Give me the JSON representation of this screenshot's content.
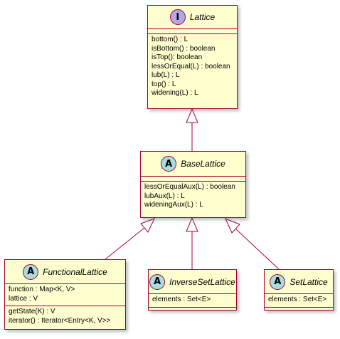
{
  "classes": {
    "lattice": {
      "kind": "interface",
      "badge": "I",
      "name": "Lattice",
      "fields": [],
      "methods": [
        "bottom() : L",
        "isBottom() : boolean",
        "isTop(): boolean",
        "lessOrEqual(L) : boolean",
        "lub(L) : L",
        "top() : L",
        "widening(L) : L"
      ]
    },
    "base_lattice": {
      "kind": "abstract",
      "badge": "A",
      "name": "BaseLattice",
      "fields": [],
      "methods": [
        "lessOrEqualAux(L) : boolean",
        "lubAux(L) : L",
        "wideningAux(L) : L"
      ]
    },
    "functional_lattice": {
      "kind": "abstract",
      "badge": "A",
      "name": "FunctionalLattice",
      "fields": [
        "function : Map<K, V>",
        "lattice : V"
      ],
      "methods": [
        "getState(K) : V",
        "iterator() : Iterator<Entry<K, V>>"
      ]
    },
    "inverse_set_lattice": {
      "kind": "abstract",
      "badge": "A",
      "name": "InverseSetLattice",
      "fields": [
        "elements : Set<E>"
      ],
      "methods": []
    },
    "set_lattice": {
      "kind": "abstract",
      "badge": "A",
      "name": "SetLattice",
      "fields": [
        "elements : Set<E>"
      ],
      "methods": []
    }
  },
  "relations": [
    {
      "from": "base_lattice",
      "to": "lattice",
      "type": "realization"
    },
    {
      "from": "functional_lattice",
      "to": "base_lattice",
      "type": "generalization"
    },
    {
      "from": "inverse_set_lattice",
      "to": "base_lattice",
      "type": "generalization"
    },
    {
      "from": "set_lattice",
      "to": "base_lattice",
      "type": "generalization"
    }
  ],
  "colors": {
    "class_fill": "#fefece",
    "class_border": "#a80036",
    "interface_badge": "#b4a7e5",
    "abstract_badge": "#a9dcdf"
  }
}
